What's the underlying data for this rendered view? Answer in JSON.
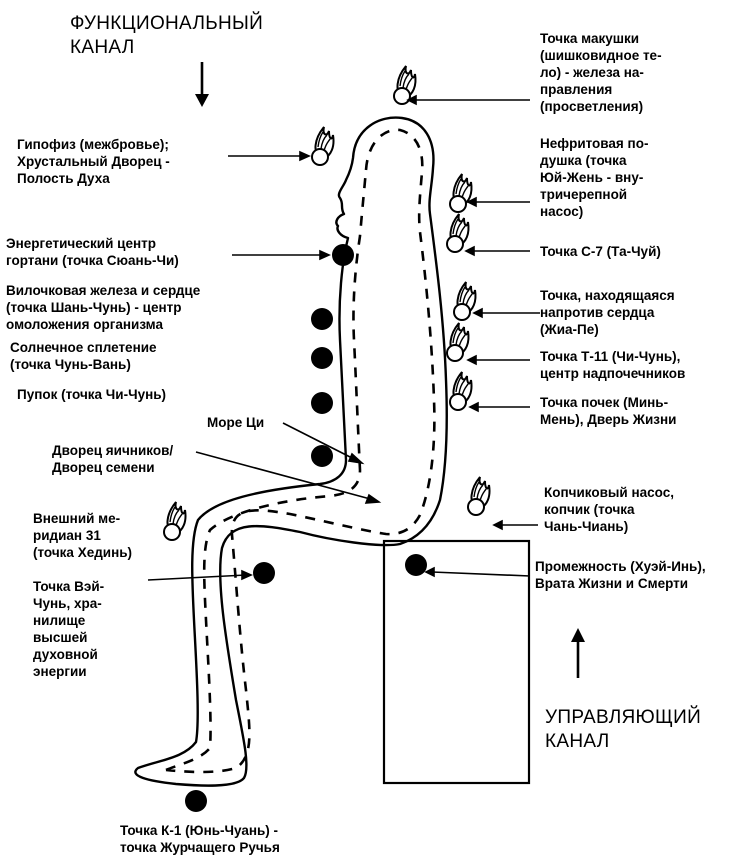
{
  "headings": {
    "functional_channel": "ФУНКЦИОНАЛЬНЫЙ\nКАНАЛ",
    "governing_channel": "УПРАВЛЯЮЩИЙ\nКАНАЛ"
  },
  "labels": {
    "crown": "Точка макушки\n(шишковидное те-\nло) - железа на-\nправления\n(просветления)",
    "pituitary": "Гипофиз (межбровье);\nХрустальный Дворец -\nПолость Духа",
    "jade_pillow": "Нефритовая по-\nдушка (точка\nЮй-Жень - вну-\nтричерепной\nнасос)",
    "throat": "Энергетический центр\nгортани (точка Сюань-Чи)",
    "c7": "Точка С-7 (Та-Чуй)",
    "thymus": "Вилочковая железа и сердце\n(точка Шань-Чунь) - центр\nомоложения организма",
    "opposite_heart": "Точка, находящаяся\nнапротив сердца\n(Жиа-Пе)",
    "solar_plexus": "Солнечное сплетение\n(точка Чунь-Вань)",
    "t11": "Точка Т-11 (Чи-Чунь),\nцентр надпочечников",
    "navel": "Пупок (точка Чи-Чунь)",
    "kidney": "Точка почек (Минь-\nМень), Дверь Жизни",
    "chi_sea": "Море Ци",
    "ovary_palace": "Дворец яичников/\nДворец семени",
    "coccyx": "Копчиковый насос,\nкопчик (точка\nЧань-Чиань)",
    "outer_meridian": "Внешний ме-\nридиан 31\n(точка Хединь)",
    "perineum": "Промежность (Хуэй-Инь),\nВрата Жизни и Смерти",
    "wei_chung": "Точка Вэй-\nЧунь, хра-\nнилище\nвысшей\nдуховной\nэнергии",
    "k1": "Точка К-1 (Юнь-Чуань) -\nточка Журчащего Ручья"
  }
}
